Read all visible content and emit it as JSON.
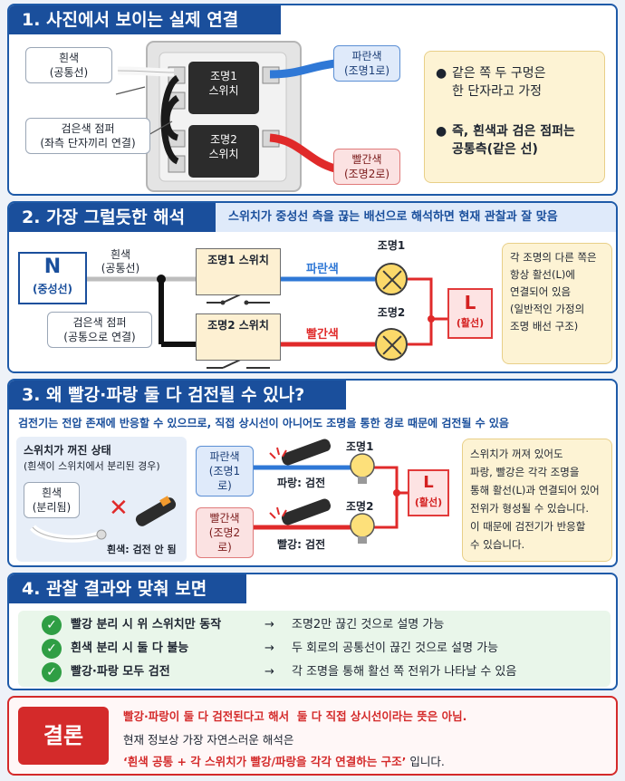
{
  "s1": {
    "title": "1. 사진에서 보이는 실제 연결",
    "white_label": "흰색\n(공통선)",
    "jumper_label": "검은색 점퍼\n(좌측 단자끼리 연결)",
    "switch1": "조명1\n스위치",
    "switch2": "조명2\n스위치",
    "blue_label": "파란색\n(조명1로)",
    "red_label": "빨간색\n(조명2로)",
    "note_bullets": [
      "같은 쪽 두 구멍은\n한 단자라고 가정",
      "즉, 흰색과 검은 점퍼는\n공통측(같은 선)"
    ]
  },
  "s2": {
    "title": "2. 가장 그럴듯한 해석",
    "subtitle": "스위치가 중성선 측을 끊는 배선으로 해석하면 현재 관찰과 잘 맞음",
    "n_label": "N",
    "n_sub": "(중성선)",
    "white_label": "흰색\n(공통선)",
    "jumper_label": "검은색 점퍼\n(공통으로 연결)",
    "sw1": "조명1 스위치",
    "sw2": "조명2 스위치",
    "blue": "파란색",
    "red": "빨간색",
    "lamp1": "조명1",
    "lamp2": "조명2",
    "l_label": "L",
    "l_sub": "(활선)",
    "note": "각 조명의 다른 쪽은\n항상 활선(L)에\n연결되어 있음\n(일반적인 가정의\n조명 배선 구조)"
  },
  "s3": {
    "title": "3. 왜 빨강·파랑 둘 다 검전될 수 있나?",
    "subtitle": "검전기는 전압 존재에 반응할 수 있으므로, 직접 상시선이 아니어도 조명을 통한 경로 때문에 검전될 수 있음",
    "off_title": "스위치가 꺼진 상태",
    "off_sub": "(흰색이 스위치에서 분리된 경우)",
    "white_sep": "흰색\n(분리됨)",
    "white_result": "흰색: 검전 안 됨",
    "blue_tag": "파란색\n(조명1로)",
    "red_tag": "빨간색\n(조명2로)",
    "blue_result": "파랑: 검전",
    "red_result": "빨강: 검전",
    "lamp1": "조명1",
    "lamp2": "조명2",
    "l_label": "L",
    "l_sub": "(활선)",
    "note": "스위치가 꺼져 있어도\n파랑, 빨강은 각각 조명을\n통해 활선(L)과 연결되어 있어\n전위가 형성될 수 있습니다.\n이 때문에 검전기가 반응할\n수 있습니다."
  },
  "s4": {
    "title": "4. 관찰 결과와 맞춰 보면",
    "rows": [
      {
        "obs": "빨강 분리 시 위 스위치만 동작",
        "arrow": "→",
        "exp": "조명2만 끊긴 것으로 설명 가능"
      },
      {
        "obs": "흰색 분리 시 둘 다 불능",
        "arrow": "→",
        "exp": "두 회로의 공통선이 끊긴 것으로 설명 가능"
      },
      {
        "obs": "빨강·파랑 모두 검전",
        "arrow": "→",
        "exp": "각 조명을 통해 활선 쪽 전위가 나타날 수 있음"
      }
    ]
  },
  "conclusion": {
    "badge": "결론",
    "line1": "빨강·파랑이 둘 다 검전된다고 해서  둘 다 직접 상시선이라는 뜻은 아님.",
    "line2": "현재 정보상 가장 자연스러운 해석은",
    "line3_em": "‘흰색 공통 + 각 스위치가 빨강/파랑을 각각 연결하는 구조’",
    "line3_tail": " 입니다."
  },
  "colors": {
    "header": "#1a4f9c",
    "blue_wire": "#2f78d6",
    "red_wire": "#e02a2a",
    "note_bg": "#fdf3d4",
    "check": "#2f9e44",
    "conclusion_red": "#d42a2a"
  }
}
